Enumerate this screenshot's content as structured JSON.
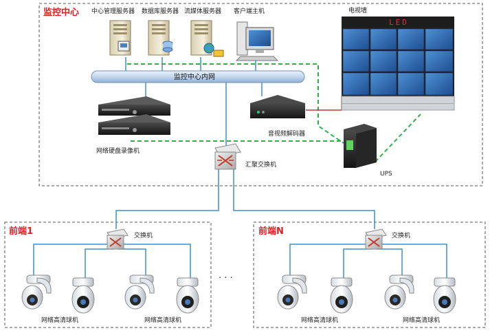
{
  "monitoring_center": {
    "title": "监控中心",
    "servers": [
      {
        "label": "中心管理服务器",
        "icon": "management-server-icon"
      },
      {
        "label": "数据库服务器",
        "icon": "database-server-icon"
      },
      {
        "label": "流媒体服务器",
        "icon": "streaming-server-icon"
      },
      {
        "label": "客户端主机",
        "icon": "client-pc-icon"
      }
    ],
    "bus_label": "监控中心内网",
    "nvr_label": "网络硬盘录像机",
    "decoder_label": "音视频解码器",
    "core_switch_label": "汇聚交换机",
    "video_wall": {
      "label": "电视墙",
      "led_text": "LED"
    },
    "ups_label": "UPS"
  },
  "front_ends": [
    {
      "title": "前端1",
      "switch_label": "交换机",
      "camera_labels": [
        "网络高清球机",
        "网络高清球机"
      ]
    },
    {
      "title": "前端N",
      "switch_label": "交换机",
      "camera_labels": [
        "网络高清球机",
        "网络高清球机"
      ]
    }
  ],
  "ellipsis": "· · ·",
  "colors": {
    "region_title": "#e02020",
    "network_line": "#3a8fcf",
    "power_line": "#2db04a",
    "decoder_to_wall": "#c0392b",
    "bus_fill": "#c8dcf0",
    "wall_screen": "#2f6fb5"
  }
}
